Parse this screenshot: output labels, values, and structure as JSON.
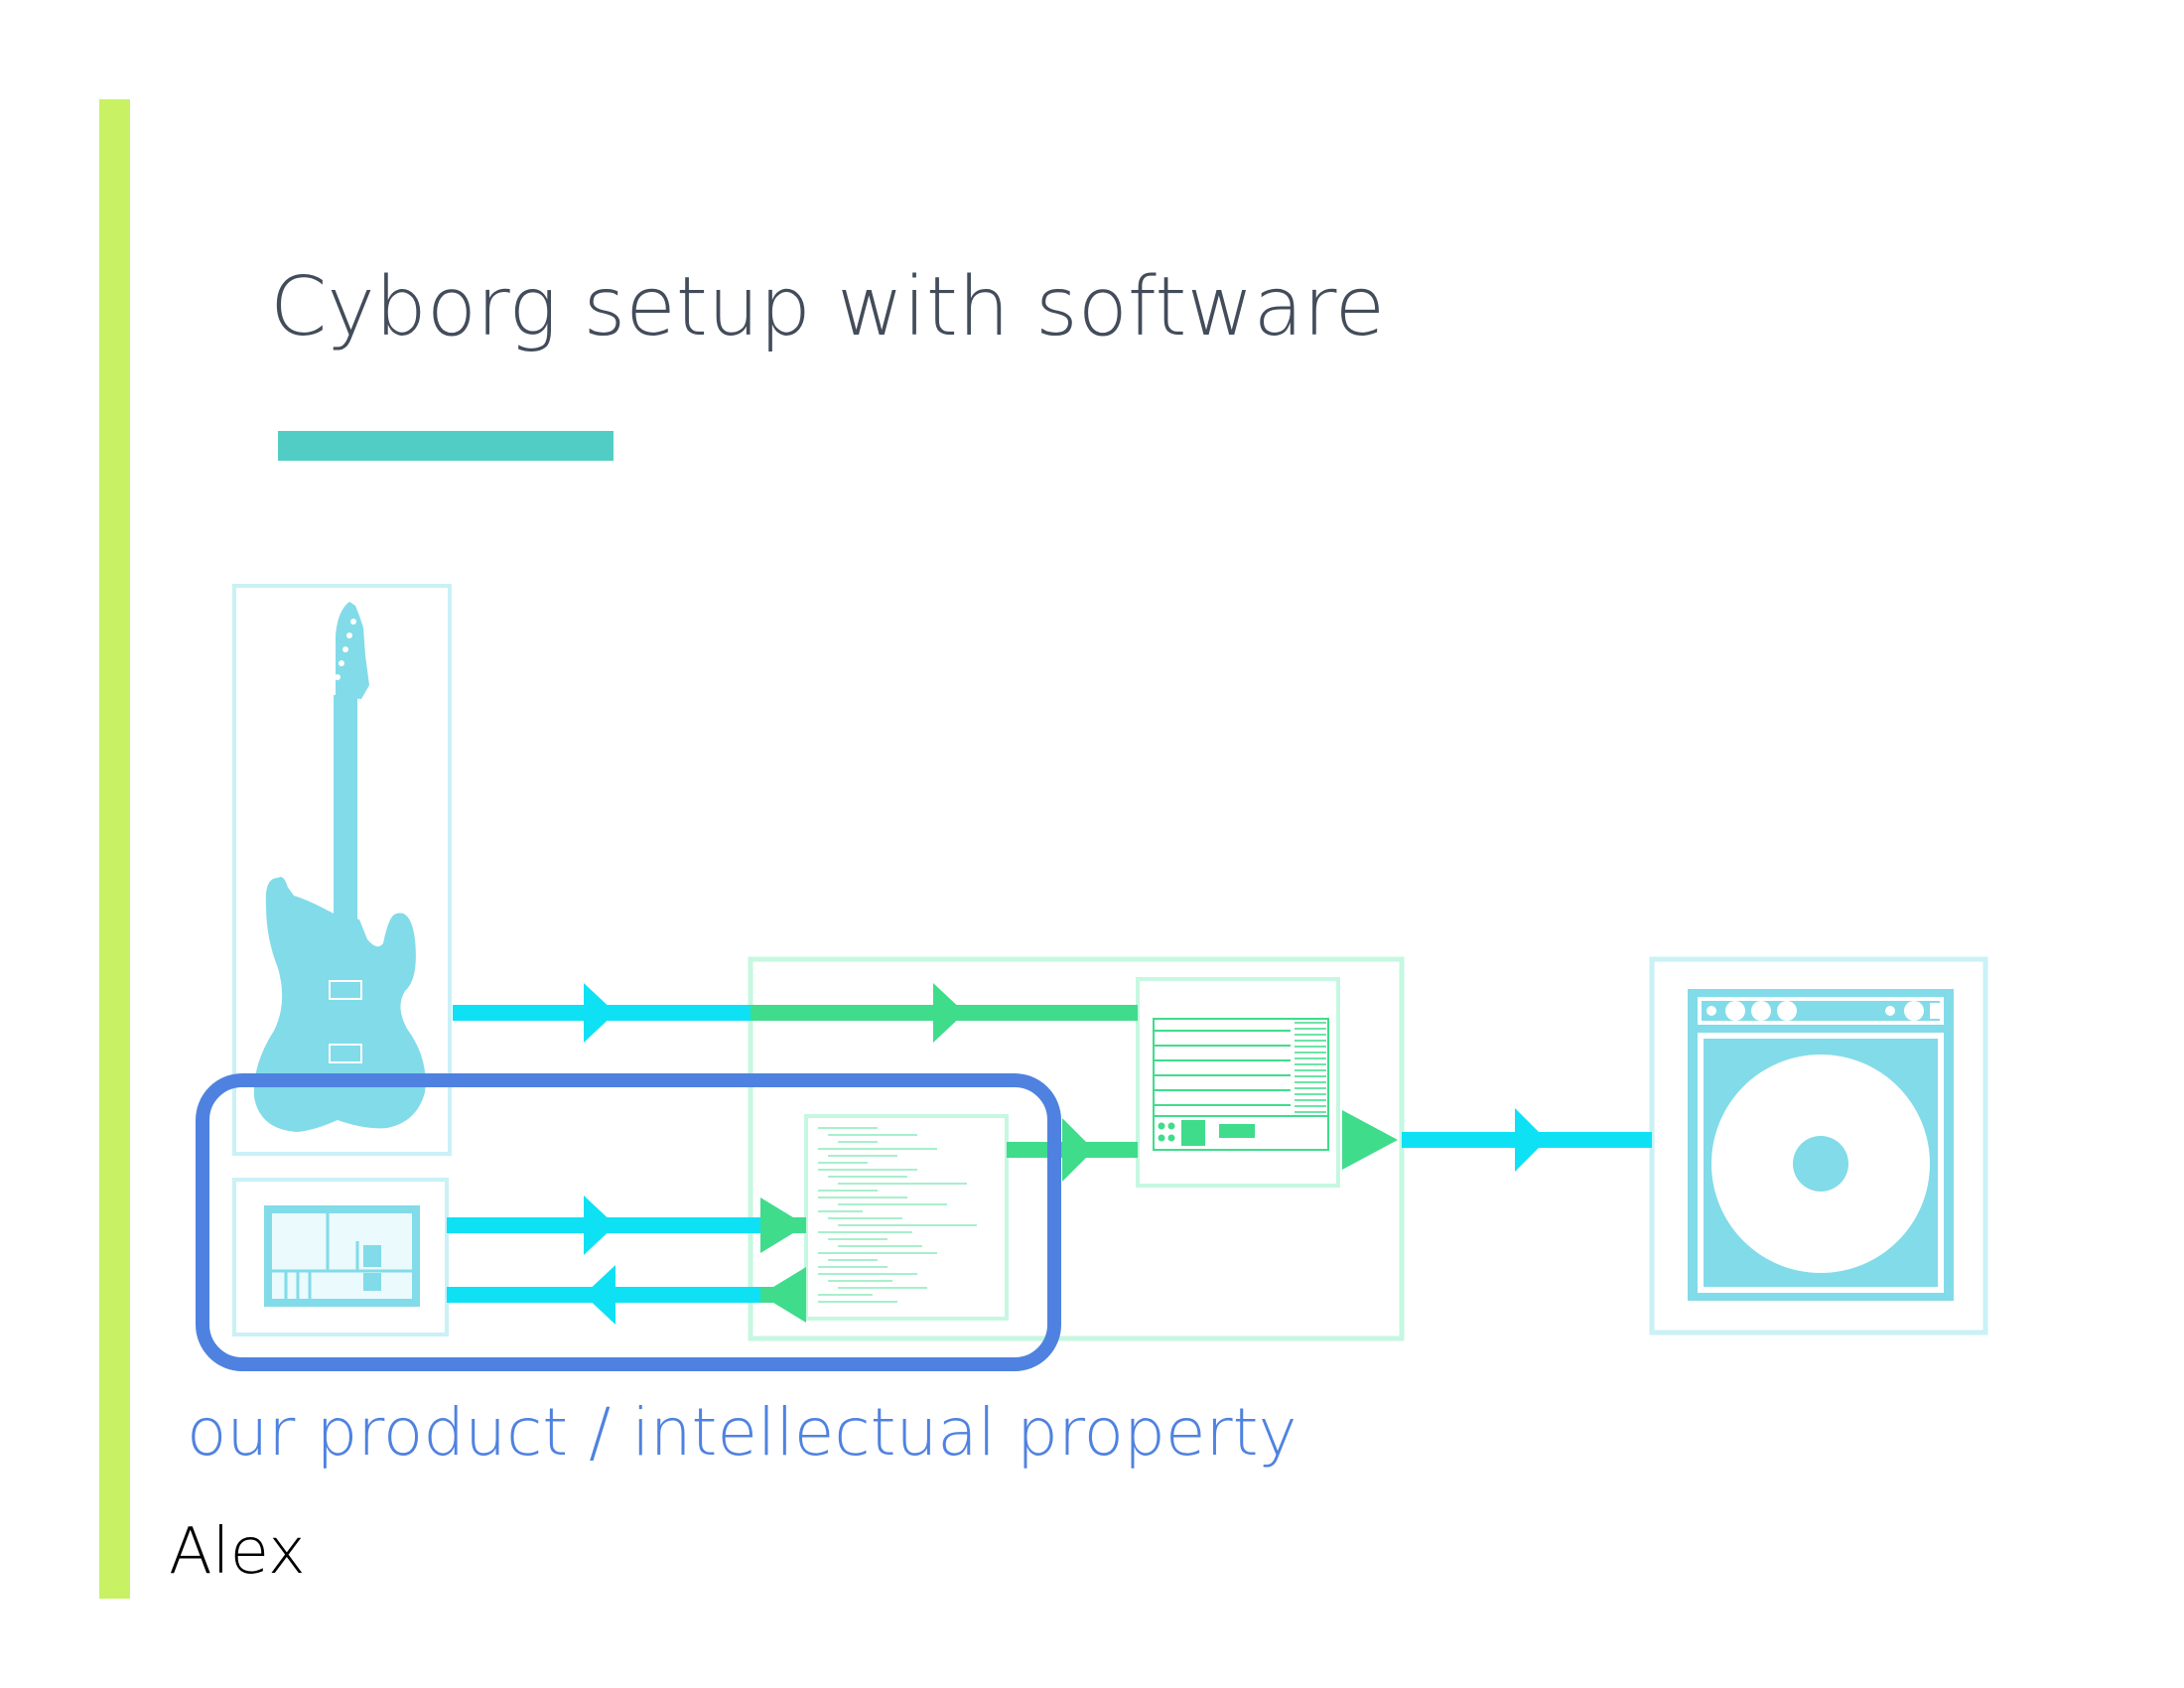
{
  "slide": {
    "title": "Cyborg setup with software",
    "caption": "our product / intellectual property",
    "author": "Alex"
  },
  "colors": {
    "accent_bar": "#c8f263",
    "underline": "#52cdc5",
    "title_text": "#434c5a",
    "caption_text": "#4f82e0",
    "highlight_box": "#4f82e0",
    "signal_cyan": "#0fe1f5",
    "signal_green": "#3fdc8c",
    "device_fill": "#82dbe8",
    "device_frame": "#c9f1f6",
    "software_frame": "#c6f7e0"
  },
  "diagram": {
    "nodes": [
      {
        "id": "guitar",
        "icon": "electric-guitar-icon"
      },
      {
        "id": "controller",
        "icon": "hardware-controller-icon"
      },
      {
        "id": "code",
        "icon": "source-code-window-icon"
      },
      {
        "id": "daw",
        "icon": "audio-software-window-icon"
      },
      {
        "id": "amp",
        "icon": "amplifier-speaker-icon"
      }
    ],
    "edges": [
      {
        "from": "guitar",
        "to": "daw"
      },
      {
        "from": "controller",
        "to": "code"
      },
      {
        "from": "code",
        "to": "controller"
      },
      {
        "from": "code",
        "to": "daw"
      },
      {
        "from": "daw",
        "to": "amp"
      }
    ]
  }
}
